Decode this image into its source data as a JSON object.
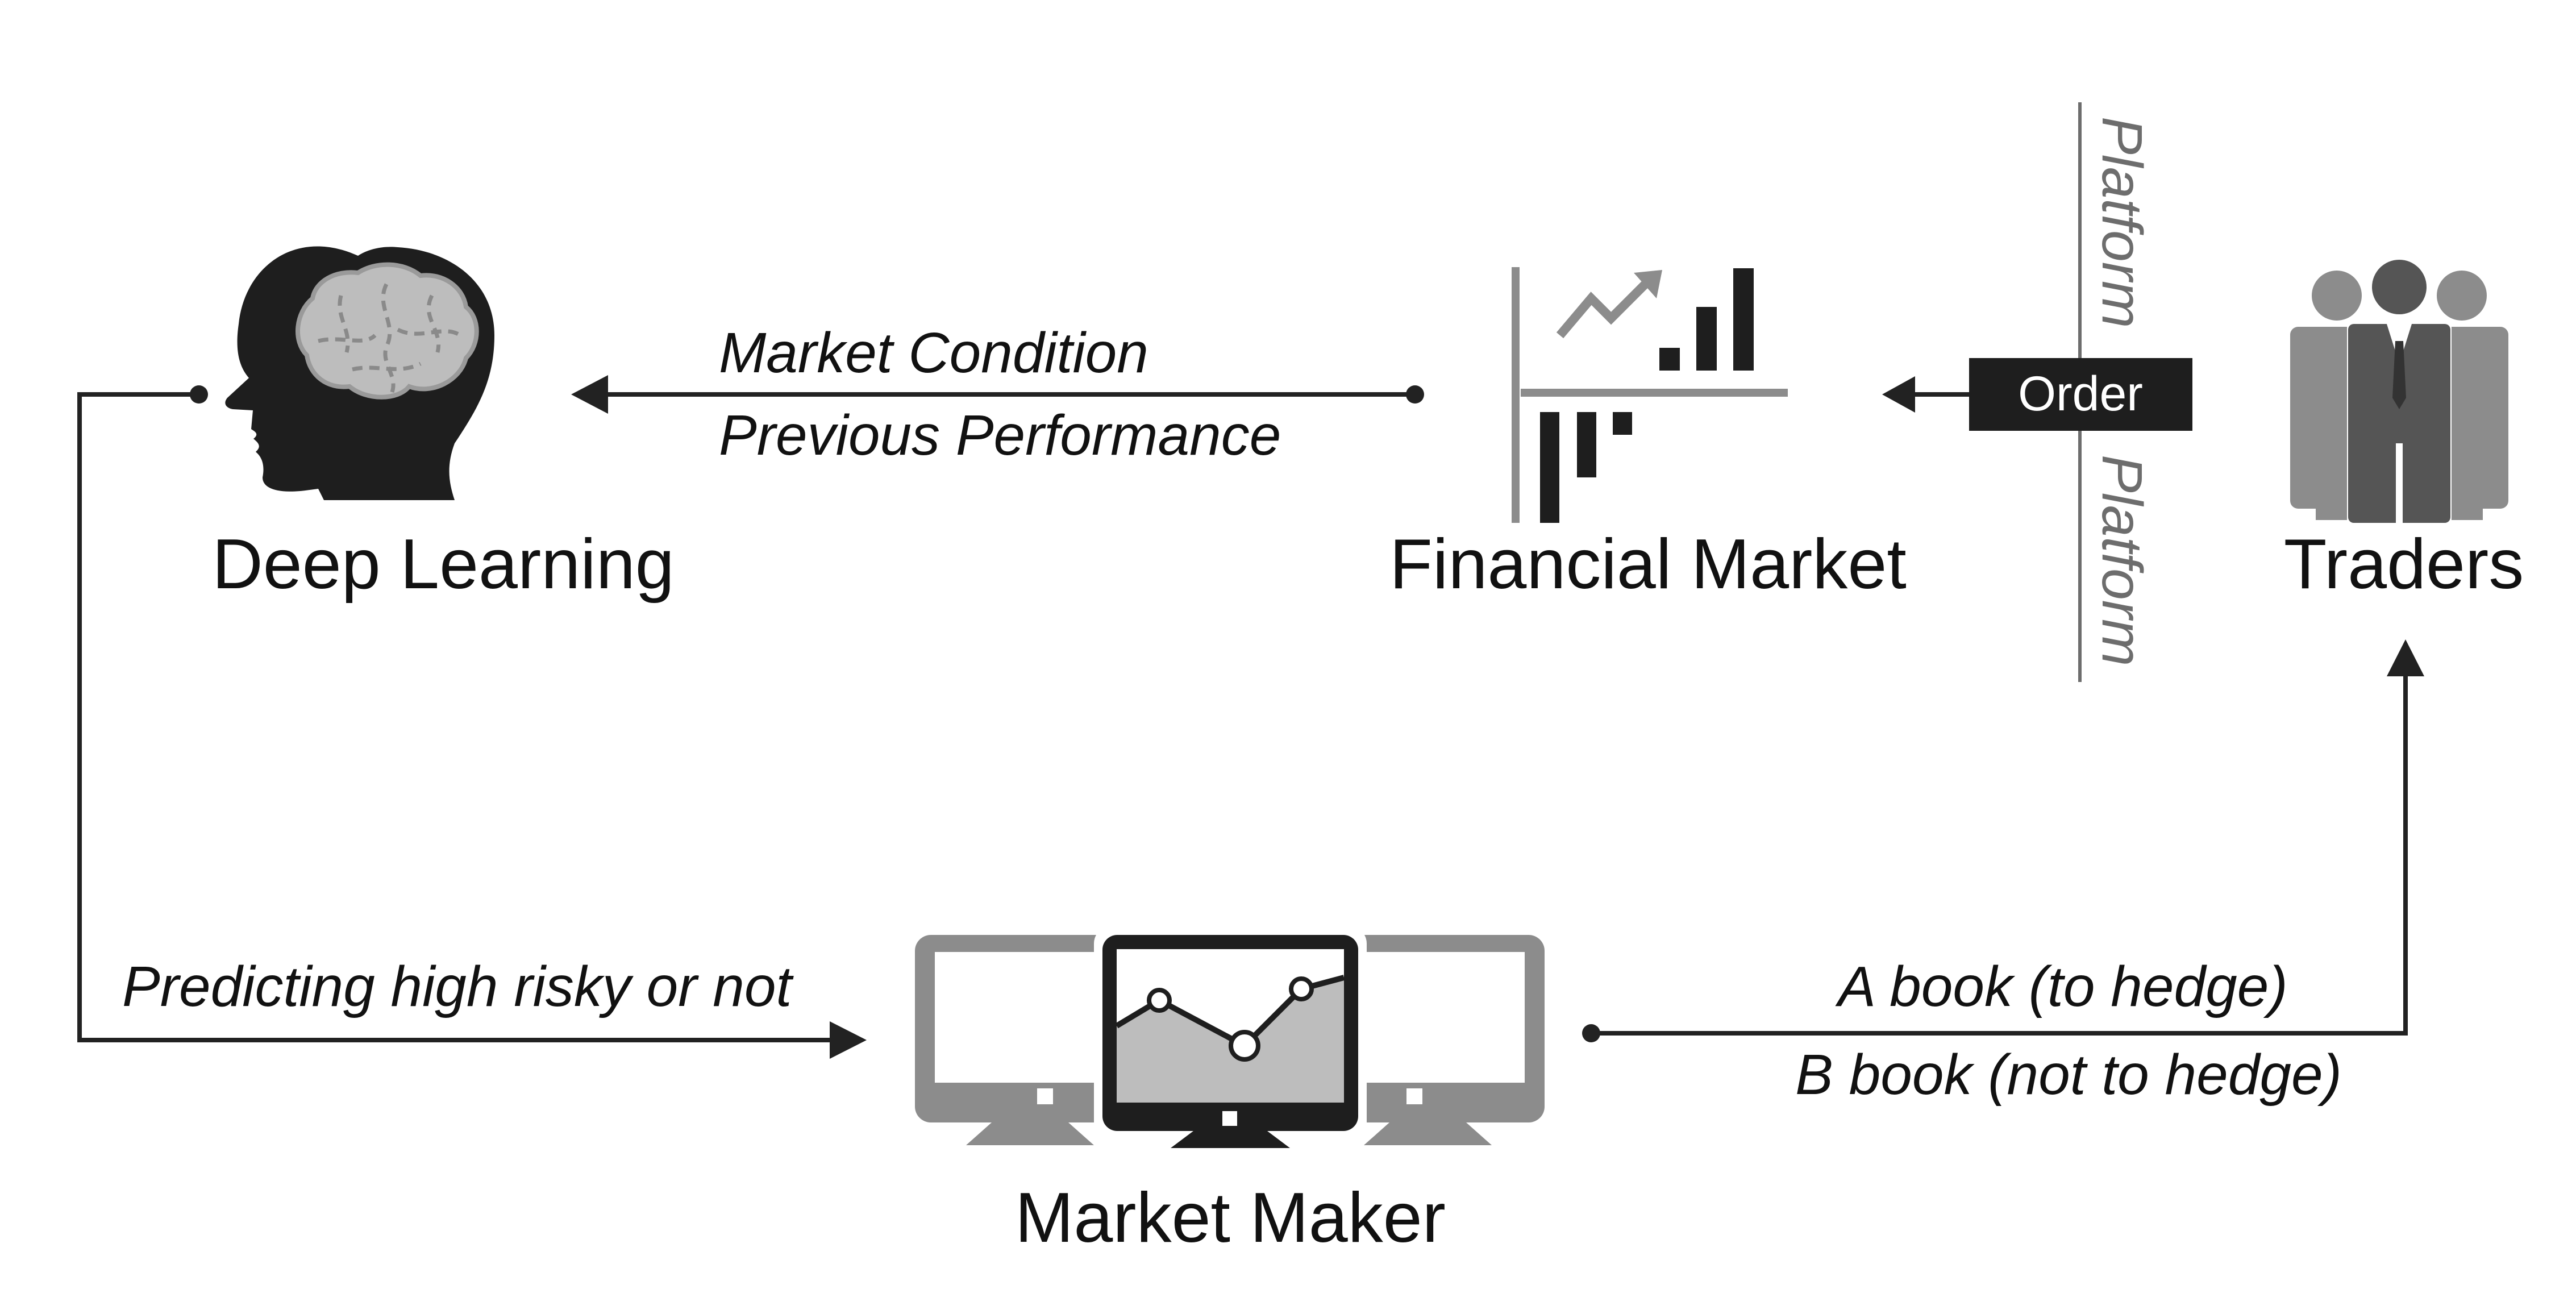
{
  "nodes": {
    "deep_learning": "Deep Learning",
    "financial_market": "Financial Market",
    "traders": "Traders",
    "market_maker": "Market Maker"
  },
  "edges": {
    "market_condition": "Market Condition",
    "previous_performance": "Previous Performance",
    "order": "Order",
    "predicting": "Predicting high risky or not",
    "a_book": "A book (to hedge)",
    "b_book": "B book (not to hedge)"
  },
  "platform": {
    "top": "Platform",
    "bottom": "Platform"
  },
  "colors": {
    "dark": "#222222",
    "mid_gray": "#8c8c8c",
    "light_gray": "#c4c4c4",
    "order_box": "#1e1e1e"
  }
}
